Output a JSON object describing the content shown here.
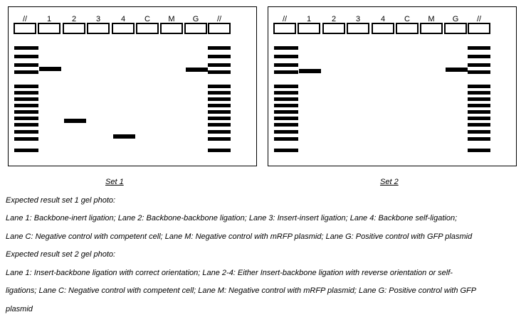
{
  "gels": [
    {
      "label": "Set 1",
      "lanes": [
        {
          "name": "//",
          "type": "ladder"
        },
        {
          "name": "1",
          "bands": [
            89
          ]
        },
        {
          "name": "2",
          "bands": [
            162
          ]
        },
        {
          "name": "3",
          "bands": []
        },
        {
          "name": "4",
          "bands": [
            184
          ]
        },
        {
          "name": "C",
          "bands": []
        },
        {
          "name": "M",
          "bands": []
        },
        {
          "name": "G",
          "bands": [
            90
          ]
        },
        {
          "name": "//",
          "type": "ladder"
        }
      ]
    },
    {
      "label": "Set 2",
      "lanes": [
        {
          "name": "//",
          "type": "ladder"
        },
        {
          "name": "1",
          "bands": [
            92
          ]
        },
        {
          "name": "2",
          "bands": []
        },
        {
          "name": "3",
          "bands": []
        },
        {
          "name": "4",
          "bands": []
        },
        {
          "name": "C",
          "bands": []
        },
        {
          "name": "M",
          "bands": []
        },
        {
          "name": "G",
          "bands": [
            90
          ]
        },
        {
          "name": "//",
          "type": "ladder"
        }
      ]
    }
  ],
  "captions": [
    " Expected result set 1 gel photo:",
    " Lane 1: Backbone-inert ligation; Lane 2: Backbone-backbone ligation; Lane 3: Insert-insert ligation; Lane 4: Backbone self-ligation;",
    "Lane C: Negative control with competent cell; Lane M: Negative control with mRFP plasmid; Lane G: Positive control with GFP plasmid",
    "Expected result set 2 gel photo:",
    "Lane 1: Insert-backbone ligation with correct orientation; Lane 2-4: Either Insert-backbone ligation with reverse orientation or self-",
    "ligations; Lane C: Negative control with competent cell; Lane M: Negative control with mRFP plasmid; Lane G: Positive control with GFP",
    "plasmid"
  ]
}
